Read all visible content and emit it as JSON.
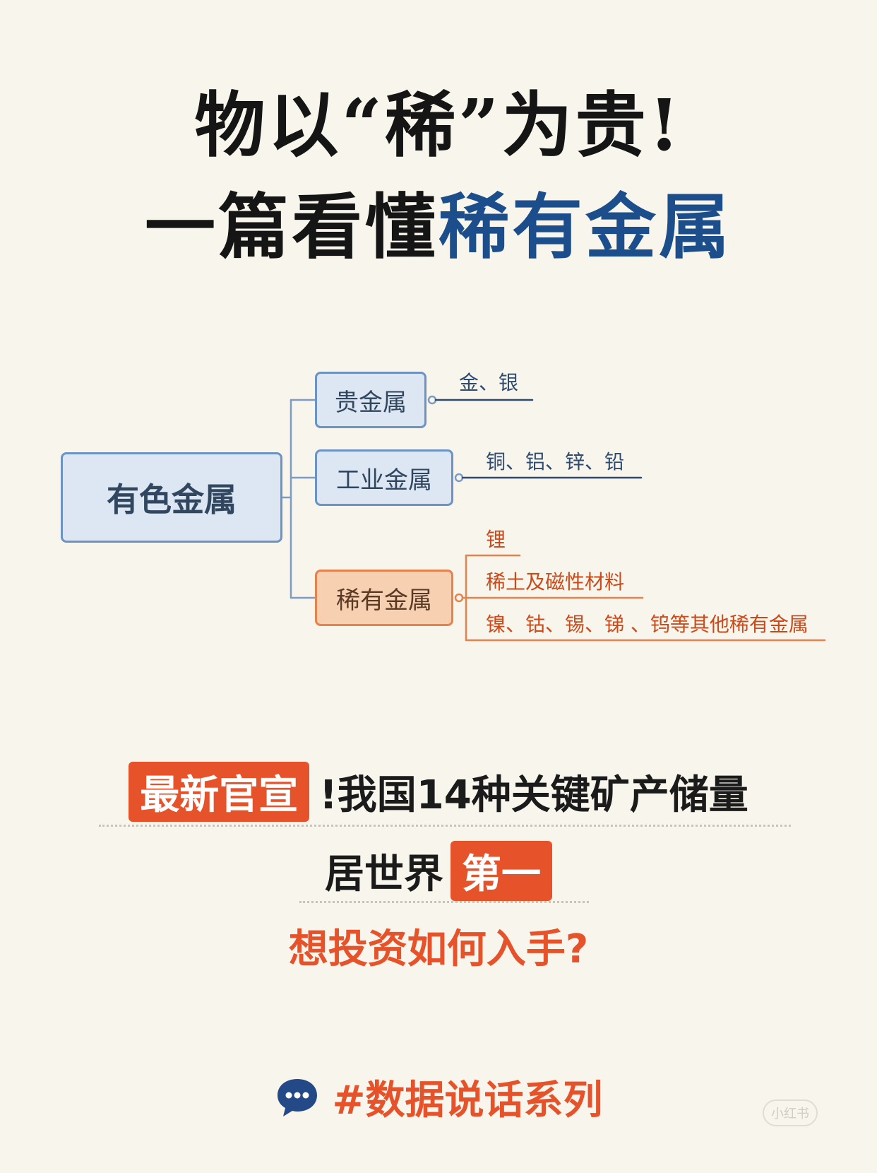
{
  "title": {
    "line1": "物以“稀”为贵!",
    "line2_prefix": "一篇看懂",
    "line2_highlight": "稀有金属"
  },
  "diagram": {
    "root": "有色金属",
    "branches": [
      {
        "label": "贵金属",
        "items": [
          "金、银"
        ]
      },
      {
        "label": "工业金属",
        "items": [
          "铜、铝、锌、铅"
        ]
      },
      {
        "label": "稀有金属",
        "items": [
          "锂",
          "稀土及磁性材料",
          "镍、钴、锡、锑 、钨等其他稀有金属"
        ]
      }
    ]
  },
  "announcement": {
    "tag": "最新官宣",
    "text": "!我国14种关键矿产储量",
    "rank_prefix": "居世界",
    "rank_highlight": "第一",
    "question": "想投资如何入手?"
  },
  "series": {
    "label": "#数据说话系列",
    "icon": "chat-bubble-icon"
  },
  "watermark": "小红书",
  "colors": {
    "background": "#f8f5ec",
    "accent_orange": "#e6522a",
    "accent_blue": "#1d4e8c",
    "node_blue_border": "#6c93c3",
    "node_orange_border": "#e5834f"
  }
}
